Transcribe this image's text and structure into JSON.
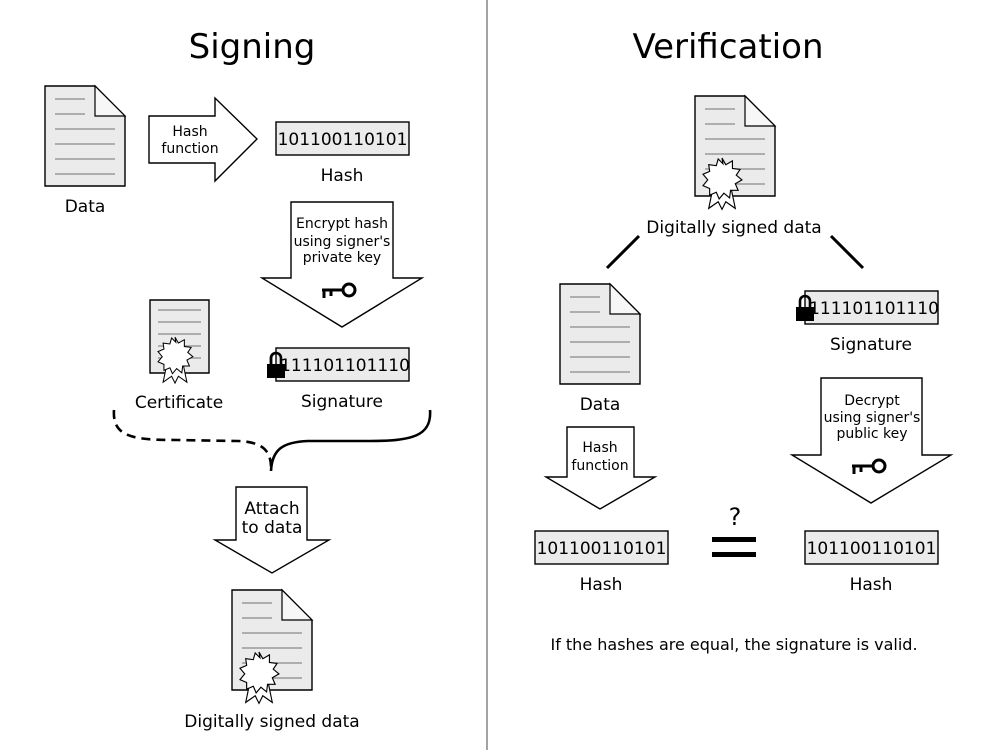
{
  "signing": {
    "title": "Signing",
    "data_label": "Data",
    "hash_arrow_lines": [
      "Hash",
      "function"
    ],
    "hash_bits": "101100110101",
    "hash_label": "Hash",
    "encrypt_lines": [
      "Encrypt hash",
      "using signer's",
      "private key"
    ],
    "certificate_label": "Certificate",
    "signature_bits": "111101101110",
    "signature_label": "Signature",
    "attach_lines": [
      "Attach",
      "to data"
    ],
    "signed_label": "Digitally signed data"
  },
  "verification": {
    "title": "Verification",
    "signed_label": "Digitally signed data",
    "data_label": "Data",
    "signature_bits": "111101101110",
    "signature_label": "Signature",
    "hash_arrow_lines": [
      "Hash",
      "function"
    ],
    "decrypt_lines": [
      "Decrypt",
      "using signer's",
      "public key"
    ],
    "compare_symbol": "?",
    "hash_left_bits": "101100110101",
    "hash_left_label": "Hash",
    "hash_right_bits": "101100110101",
    "hash_right_label": "Hash",
    "conclusion": "If the hashes are equal, the signature is valid."
  }
}
